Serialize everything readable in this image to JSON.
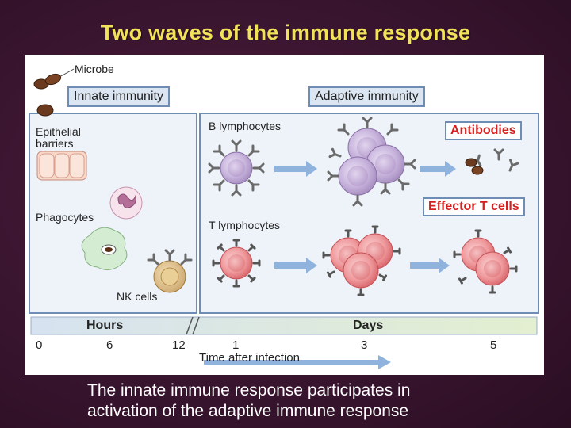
{
  "title": "Two waves of the immune response",
  "figure": {
    "microbe": "Microbe",
    "innate_box": "Innate immunity",
    "adaptive_box": "Adaptive immunity",
    "epithelial_line1": "Epithelial",
    "epithelial_line2": "barriers",
    "phagocytes": "Phagocytes",
    "nk_cells": "NK cells",
    "b_lymphocytes": "B lymphocytes",
    "t_lymphocytes": "T lymphocytes",
    "antibodies": "Antibodies",
    "effector_t": "Effector T cells",
    "hours": "Hours",
    "days": "Days",
    "ticks": [
      "0",
      "6",
      "12",
      "1",
      "3",
      "5"
    ],
    "time_after": "Time after infection",
    "colors": {
      "b_cell": "#c7b3dc",
      "t_cell": "#e88c90",
      "antibody": "#6b6b6b",
      "box_fill": "#dce6f2",
      "box_border": "#6e8cb4",
      "red_text": "#d62020"
    }
  },
  "caption_line1": "The innate immune response participates in",
  "caption_line2": "activation of the adaptive immune response"
}
